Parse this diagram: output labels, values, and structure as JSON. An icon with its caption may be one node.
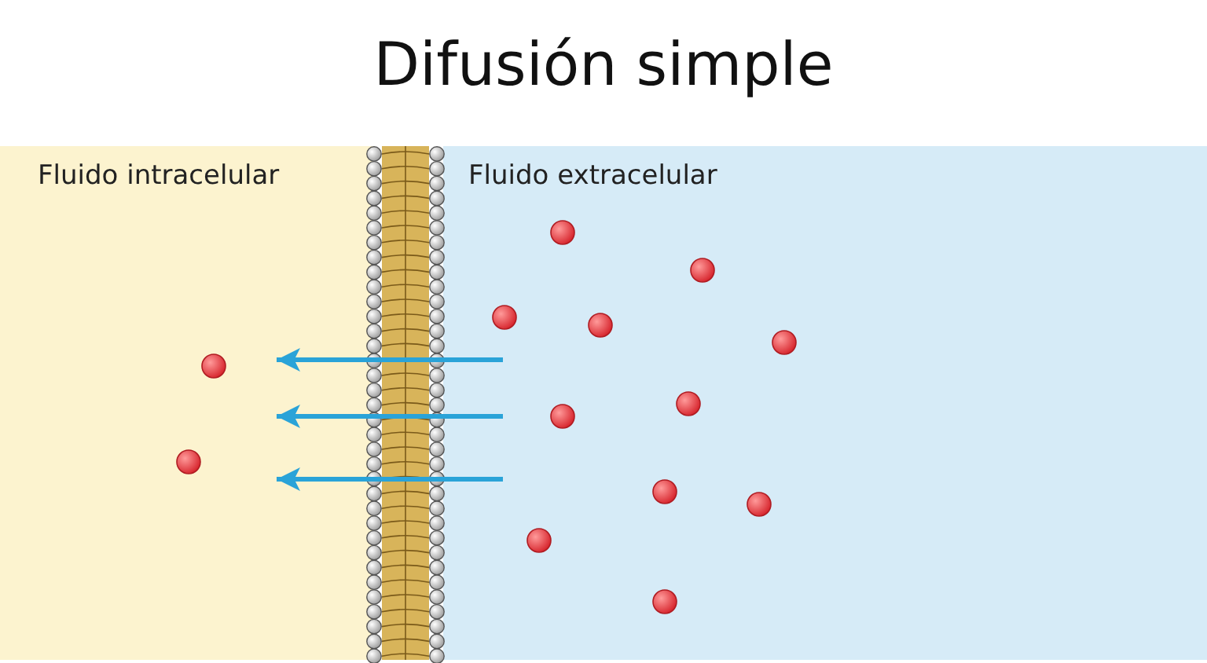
{
  "diagram": {
    "title": "Difusión simple",
    "nodes": [
      {
        "text": [
          "Fluido intracelular"
        ]
      },
      {
        "text": [
          "Fluido extracelular"
        ]
      }
    ],
    "edges": [
      {
        "from": 1,
        "to": 0,
        "arrow": "to"
      },
      {
        "from": 1,
        "to": 0,
        "arrow": "to"
      },
      {
        "from": 1,
        "to": 0,
        "arrow": "to"
      }
    ]
  }
}
